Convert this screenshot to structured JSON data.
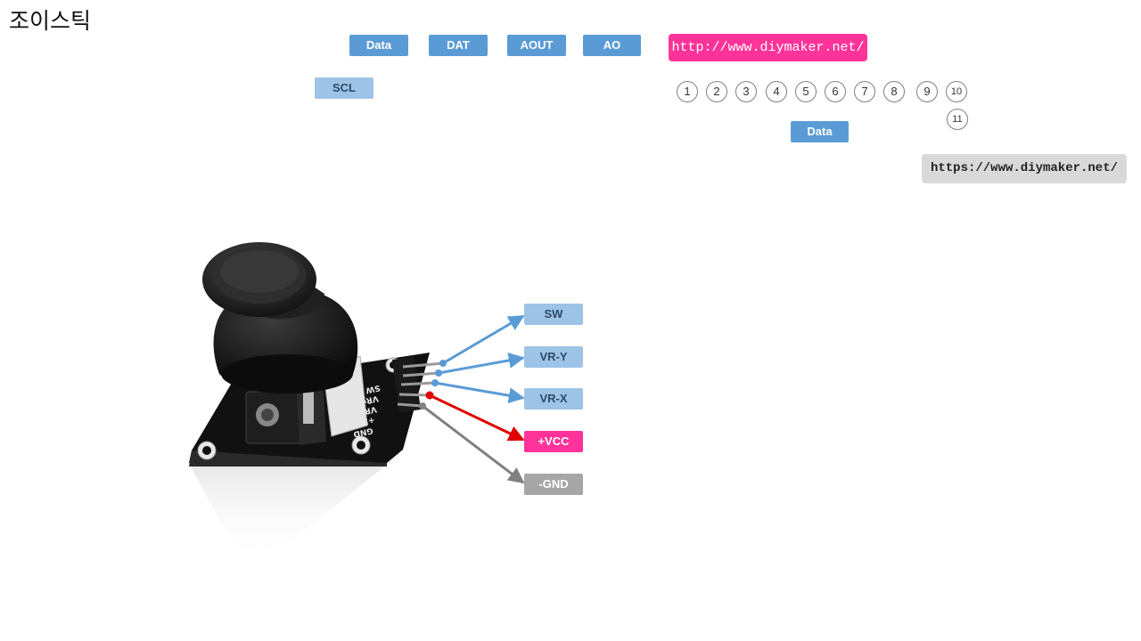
{
  "title": "조이스틱",
  "top_tags": [
    "Data",
    "DAT",
    "AOUT",
    "AO"
  ],
  "scl_tag": "SCL",
  "urls": {
    "pink": "http://www.diymaker.net/",
    "grey": "https://www.diymaker.net/"
  },
  "numbers": [
    "1",
    "2",
    "3",
    "4",
    "5",
    "6",
    "7",
    "8",
    "9",
    "10",
    "11"
  ],
  "data_tag_lower": "Data",
  "pins": [
    {
      "label": "SW",
      "color": "#9dc3e6",
      "line_color": "#5b9bd5"
    },
    {
      "label": "VR-Y",
      "color": "#9dc3e6",
      "line_color": "#5b9bd5"
    },
    {
      "label": "VR-X",
      "color": "#9dc3e6",
      "line_color": "#5b9bd5"
    },
    {
      "label": "+VCC",
      "color": "#ff3399",
      "line_color": "#e00000"
    },
    {
      "label": "-GND",
      "color": "#a6a6a6",
      "line_color": "#808080"
    }
  ],
  "board_silkscreen": [
    "SW",
    "VRy",
    "VRx",
    "+5V",
    "GND"
  ]
}
